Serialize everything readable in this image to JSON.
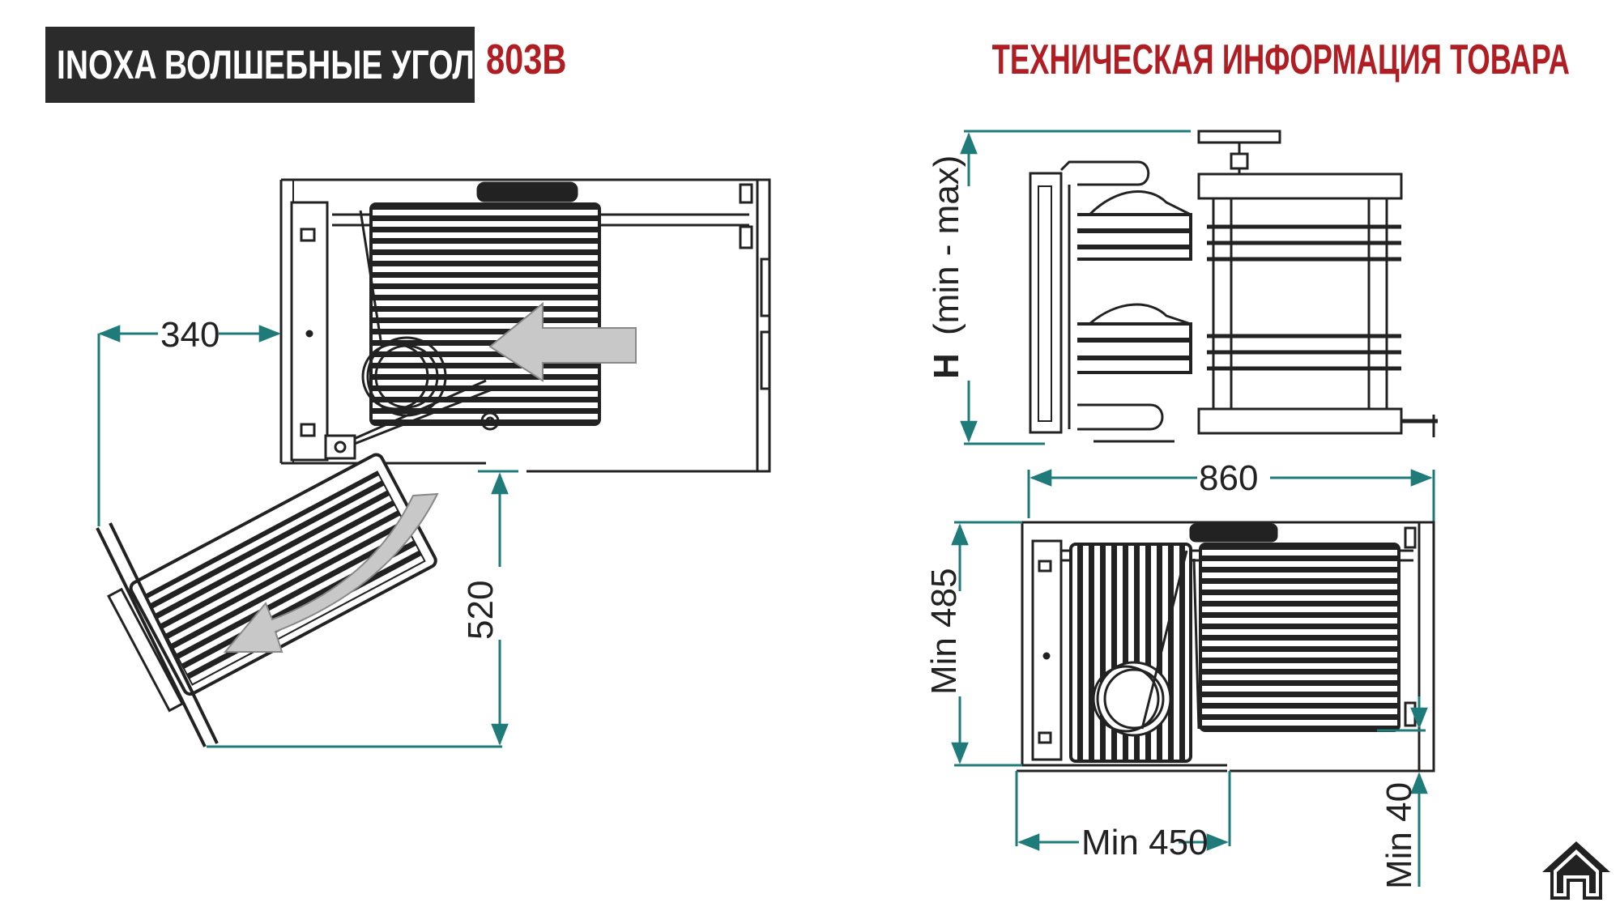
{
  "header": {
    "brand": "INOXA ВОЛШЕБНЫЕ УГОЛКИ",
    "model": "803B",
    "tech_title": "ТЕХНИЧЕСКАЯ ИНФОРМАЦИЯ ТОВАРА"
  },
  "dimensions": {
    "width_340": "340",
    "depth_520": "520",
    "height_h": "H",
    "height_range": "(min - max)",
    "width_860": "860",
    "min_485": "Min 485",
    "min_450": "Min 450",
    "min_40": "Min 40"
  },
  "colors": {
    "accent_red": "#b01e23",
    "dimension_teal": "#1f7a7a",
    "line": "#222222",
    "arrow_gray": "#c8c8c8"
  },
  "icons": [
    "home-icon"
  ]
}
